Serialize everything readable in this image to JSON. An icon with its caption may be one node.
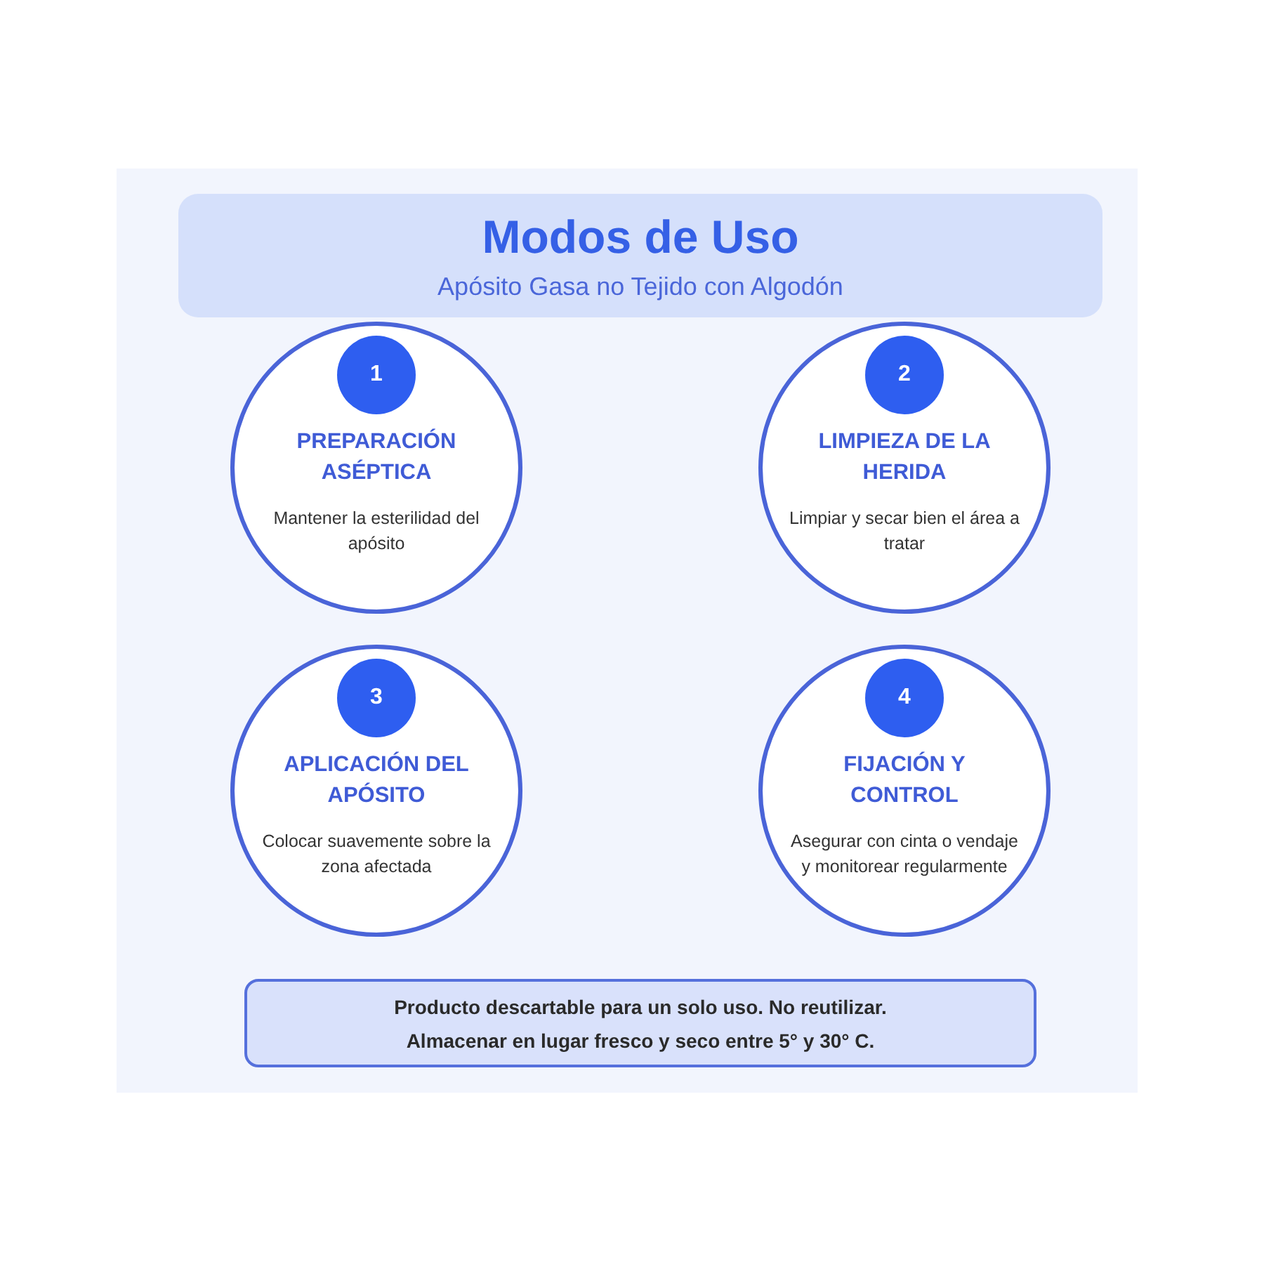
{
  "diagram": {
    "nodes": [
      {
        "text": [
          "Modos de Uso",
          "Apósito Gasa no Tejido con Algodón"
        ]
      },
      {
        "text": [
          "PREPARACIÓN ASÉPTICA",
          "Mantener la esterilidad del apósito"
        ]
      },
      {
        "text": [
          "1"
        ],
        "in": 1
      },
      {
        "text": [
          "LIMPIEZA DE LA HERIDA",
          "Limpiar y secar bien el área a tratar"
        ]
      },
      {
        "text": [
          "2"
        ],
        "in": 3
      },
      {
        "text": [
          "APLICACIÓN DEL APÓSITO",
          "Colocar suavemente sobre la zona afectada"
        ]
      },
      {
        "text": [
          "3"
        ],
        "in": 5
      },
      {
        "text": [
          "FIJACIÓN Y CONTROL",
          "Asegurar con cinta o vendaje y monitorear regularmente"
        ]
      },
      {
        "text": [
          "4"
        ],
        "in": 7
      },
      {
        "text": [
          "Producto descartable para un solo uso. No reutilizar.",
          "Almacenar en lugar fresco y seco entre 5° y 30° C."
        ]
      }
    ]
  }
}
